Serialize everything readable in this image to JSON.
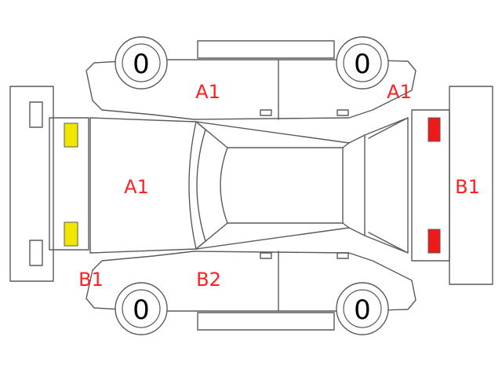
{
  "wheels": {
    "front_left": "0",
    "rear_left": "0",
    "front_right": "0",
    "rear_right": "0"
  },
  "labels": {
    "roof": "A1",
    "upper_door": "A1",
    "upper_right_fender": "A1",
    "rear_bumper": "B1",
    "lower_left_fender": "B1",
    "lower_door": "B2"
  },
  "colors": {
    "front_lamp": "#f2e600",
    "rear_lamp": "#ee1a1a",
    "label": "#ff2020",
    "outline": "#5a5a5a"
  }
}
